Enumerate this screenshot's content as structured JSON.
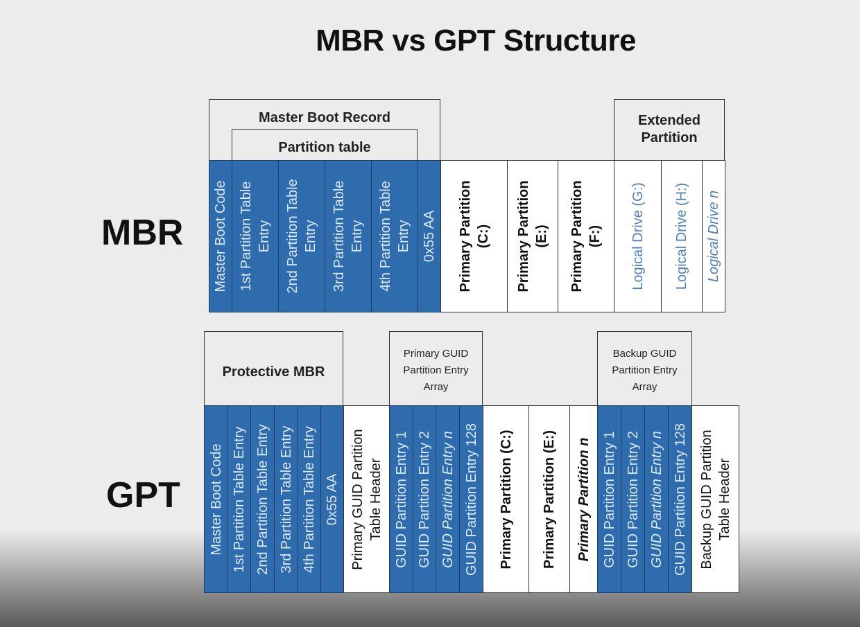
{
  "title": "MBR vs GPT Structure",
  "colors": {
    "blue_cell": "#2e6cae",
    "blue_text": "#dde8f5",
    "logical_text": "#4f7fb6",
    "border": "#333333"
  },
  "mbr": {
    "label": "MBR",
    "groups": {
      "master_boot_record": "Master Boot Record",
      "partition_table": "Partition table",
      "extended_partition_line1": "Extended",
      "extended_partition_line2": "Partition"
    },
    "cells": [
      {
        "lines": [
          "Master Boot Code"
        ],
        "style": "blue"
      },
      {
        "lines": [
          "1st Partition Table",
          "Entry"
        ],
        "style": "blue"
      },
      {
        "lines": [
          "2nd Partition Table",
          "Entry"
        ],
        "style": "blue"
      },
      {
        "lines": [
          "3rd Partition Table",
          "Entry"
        ],
        "style": "blue"
      },
      {
        "lines": [
          "4th Partition Table",
          "Entry"
        ],
        "style": "blue"
      },
      {
        "lines": [
          "0x55 AA"
        ],
        "style": "blue"
      },
      {
        "lines": [
          "Primary Partition",
          "(C:)"
        ],
        "style": "white-bold"
      },
      {
        "lines": [
          "Primary Partition",
          "(E:)"
        ],
        "style": "white-bold"
      },
      {
        "lines": [
          "Primary Partition",
          "(F:)"
        ],
        "style": "white-bold"
      },
      {
        "lines": [
          "Logical Drive (G:)"
        ],
        "style": "logical"
      },
      {
        "lines": [
          "Logical Drive (H:)"
        ],
        "style": "logical"
      },
      {
        "lines": [
          "Logical Drive n"
        ],
        "style": "logical-italic"
      }
    ]
  },
  "gpt": {
    "label": "GPT",
    "groups": {
      "protective_mbr": "Protective MBR",
      "primary_array_line1": "Primary GUID",
      "primary_array_line2": "Partition Entry",
      "primary_array_line3": "Array",
      "backup_array_line1": "Backup GUID",
      "backup_array_line2": "Partition Entry",
      "backup_array_line3": "Array"
    },
    "cells": [
      {
        "lines": [
          "Master Boot Code"
        ],
        "style": "blue"
      },
      {
        "lines": [
          "1st Partition Table Entry"
        ],
        "style": "blue"
      },
      {
        "lines": [
          "2nd Partition Table Entry"
        ],
        "style": "blue"
      },
      {
        "lines": [
          "3rd Partition Table Entry"
        ],
        "style": "blue"
      },
      {
        "lines": [
          "4th Partition Table Entry"
        ],
        "style": "blue"
      },
      {
        "lines": [
          "0x55 AA"
        ],
        "style": "blue"
      },
      {
        "lines": [
          "Primary GUID Partition",
          "Table Header"
        ],
        "style": "white"
      },
      {
        "lines": [
          "GUID Partition Entry 1"
        ],
        "style": "blue"
      },
      {
        "lines": [
          "GUID Partition Entry 2"
        ],
        "style": "blue"
      },
      {
        "lines": [
          "GUID Partition Entry n"
        ],
        "style": "blue-italic"
      },
      {
        "lines": [
          "GUID Partition Entry 128"
        ],
        "style": "blue"
      },
      {
        "lines": [
          "Primary Partition (C:)"
        ],
        "style": "white-bold"
      },
      {
        "lines": [
          "Primary Partition (E:)"
        ],
        "style": "white-bold"
      },
      {
        "lines": [
          "Primary Partition n"
        ],
        "style": "white-bold-italic"
      },
      {
        "lines": [
          "GUID Partition Entry 1"
        ],
        "style": "blue"
      },
      {
        "lines": [
          "GUID Partition Entry 2"
        ],
        "style": "blue"
      },
      {
        "lines": [
          "GUID Partition Entry n"
        ],
        "style": "blue-italic"
      },
      {
        "lines": [
          "GUID Partition Entry 128"
        ],
        "style": "blue"
      },
      {
        "lines": [
          "Backup GUID Partition",
          "Table Header"
        ],
        "style": "white"
      }
    ]
  }
}
